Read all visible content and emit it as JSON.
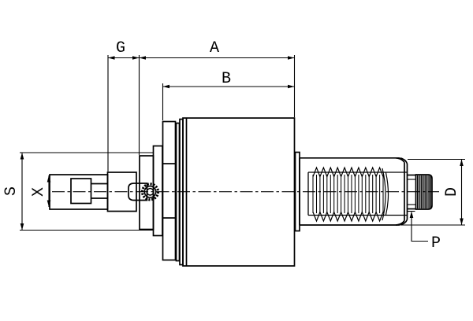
{
  "drawing": {
    "kind": "engineering-dimension-drawing",
    "labels": {
      "g": "G",
      "a": "A",
      "b": "B",
      "s": "S",
      "x": "X",
      "d": "D",
      "p": "P"
    },
    "colors": {
      "background": "#ffffff",
      "line": "#000000",
      "text": "#000000"
    }
  }
}
